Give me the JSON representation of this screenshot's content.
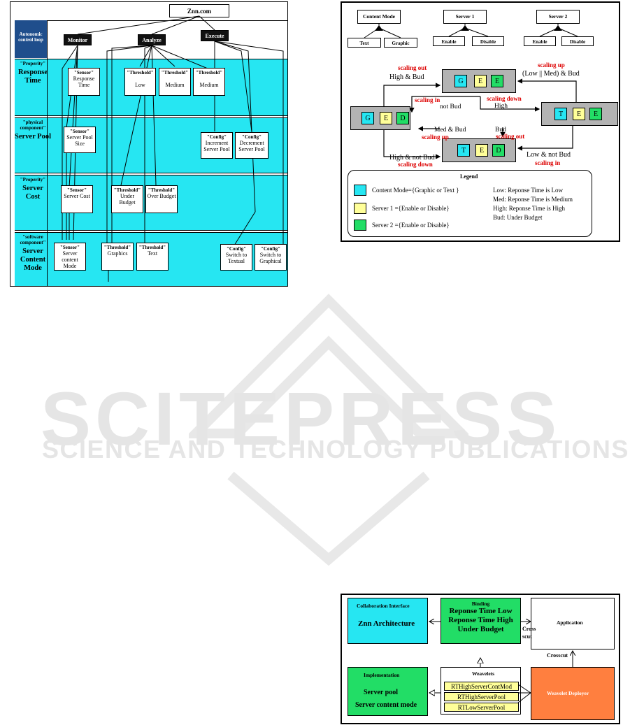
{
  "watermark": {
    "main": "SCITEPRESS",
    "sub": "SCIENCE AND TECHNOLOGY PUBLICATIONS"
  },
  "fig1": {
    "root": "Znn.com",
    "loop_label": "Autonomic control loop",
    "stages": [
      "Monitor",
      "Analyze",
      "Execute"
    ],
    "rows": [
      {
        "stereotype": "\"Properity\"",
        "name": "Response Time",
        "boxes": [
          {
            "tag": "\"Sensor\"",
            "text": "Response Time"
          },
          {
            "tag": "\"Threshold\"",
            "text": "Low"
          },
          {
            "tag": "\"Threshold\"",
            "text": "Medium"
          },
          {
            "tag": "\"Threshold\"",
            "text": "Medium"
          }
        ]
      },
      {
        "stereotype": "\"physical component\"",
        "name": "Server Pool",
        "boxes": [
          {
            "tag": "\"Sensor\"",
            "text": "Server Pool Size"
          },
          {
            "tag": "\"Config\"",
            "text": "Increment Server Pool"
          },
          {
            "tag": "\"Config\"",
            "text": "Decrement Server Pool"
          }
        ]
      },
      {
        "stereotype": "\"Properity\"",
        "name": "Server Cost",
        "boxes": [
          {
            "tag": "\"Sensor\"",
            "text": "Server Cost"
          },
          {
            "tag": "\"Threshold\"",
            "text": "Under Budget"
          },
          {
            "tag": "\"Threshold\"",
            "text": "Over Budget"
          }
        ]
      },
      {
        "stereotype": "\"software component\"",
        "name": "Server Content Mode",
        "boxes": [
          {
            "tag": "\"Sensor\"",
            "text": "Server content Mode"
          },
          {
            "tag": "\"Threshold\"",
            "text": "Graphics"
          },
          {
            "tag": "\"Threshold\"",
            "text": "Text"
          },
          {
            "tag": "\"Config\"",
            "text": "Switch to Textual"
          },
          {
            "tag": "\"Config\"",
            "text": "Switch to Graphical"
          }
        ]
      }
    ]
  },
  "fig2": {
    "features": [
      {
        "name": "Content Mode",
        "children": [
          "Text",
          "Graphic"
        ],
        "color": "#26e6f2"
      },
      {
        "name": "Server 1",
        "children": [
          "Enable",
          "Disable"
        ],
        "color": "#ffff99"
      },
      {
        "name": "Server 2",
        "children": [
          "Enable",
          "Disable"
        ],
        "color": "#22dd66"
      }
    ],
    "states": {
      "left": [
        "G",
        "E",
        "D"
      ],
      "top": [
        "G",
        "E",
        "E"
      ],
      "right": [
        "T",
        "E",
        "E"
      ],
      "bottom": [
        "T",
        "E",
        "D"
      ]
    },
    "transitions": {
      "scaling_out_1": "scaling out",
      "high_bud": "High & Bud",
      "scaling_up_1": "scaling up",
      "low_med_bud": "(Low || Med) & Bud",
      "scaling_in_1": "scaling in",
      "not_bud": "not Bud",
      "scaling_down_1": "scaling down",
      "high": "High",
      "med_bud": "Med & Bud",
      "scaling_up_2": "scaling up",
      "bud": "Bud",
      "scaling_out_2": "scaling out",
      "high_not_bud": "High & not Bud",
      "scaling_down_2": "scaling down",
      "low_not_bud": "Low & not Bud",
      "scaling_in_2": "scaling in"
    },
    "legend": {
      "title": "Legend",
      "items": [
        "Content Mode={Graphic or Text  }",
        "Server 1 ={Enable or Disable}",
        "Server 2 ={Enable or Disable}"
      ],
      "defs": [
        "Low: Reponse Time is Low",
        "Med: Reponse Time is Medium",
        "High: Reponse Time is High",
        "Bud: Under Budget"
      ]
    }
  },
  "fig3": {
    "collab_title": "Collaboration Interface",
    "collab_body": "Znn Architecture",
    "binding_title": "Binding",
    "binding_lines": [
      "Reponse Time Low",
      "Reponse Time High",
      "Under Budget"
    ],
    "application": "Application",
    "crosscut_partial_1": "Cross",
    "crosscut_partial_2": "scut",
    "crosscut": "Crosscut",
    "weavelets_title": "Weavelets",
    "weavelets": [
      "RTHighServerContMod",
      "RTHighServerPool",
      "RTLowServerPool"
    ],
    "implementation_title": "Implementation",
    "implementation_lines": [
      "Server pool",
      "Server content mode"
    ],
    "deployer": "Weavelet Deployer"
  }
}
